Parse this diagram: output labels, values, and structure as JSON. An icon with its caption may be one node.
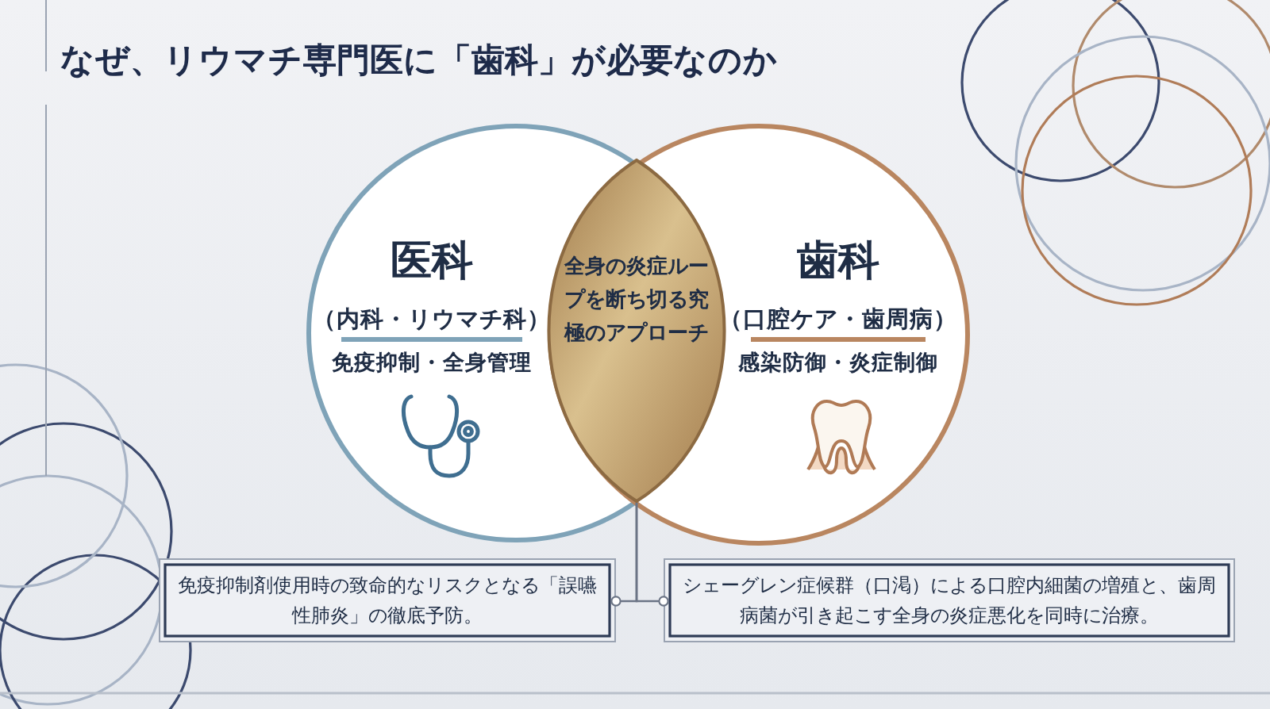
{
  "diagram": {
    "title": "なぜ、リウマチ専門医に「歯科」が必要なのか",
    "nodes": [
      {
        "text": [
          "医科",
          "（内科・リウマチ科）",
          "免疫抑制・全身管理"
        ]
      },
      {
        "text": [
          "歯科",
          "（口腔ケア・歯周病）",
          "感染防御・炎症制御"
        ]
      },
      {
        "text": [
          "全身の炎症ループを断ち切る究極のアプローチ"
        ]
      },
      {
        "text": [
          "免疫抑制剤使用時の致命的なリスクとなる「誤嚥性肺炎」の徹底予防。"
        ]
      },
      {
        "text": [
          "シェーグレン症候群（口渇）による口腔内細菌の増殖と、歯周病菌が引き起こす全身の炎症悪化を同時に治療。"
        ]
      }
    ],
    "edges": [
      {
        "from": 2,
        "to": 3,
        "arrow": "other"
      },
      {
        "from": 2,
        "to": 4,
        "arrow": "other"
      }
    ]
  }
}
